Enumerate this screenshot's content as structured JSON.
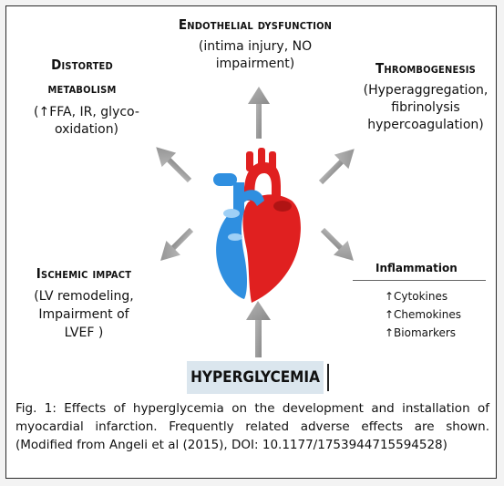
{
  "boxes": {
    "endothelial": {
      "title": "Endothelial dysfunction",
      "line1": "(intima injury, NO",
      "line2": "impairment)"
    },
    "metabolism": {
      "title1": "Distorted",
      "title2": "metabolism",
      "line1": "(↑FFA, IR, glyco-",
      "line2": "oxidation)"
    },
    "thrombogenesis": {
      "title": "Thrombogenesis",
      "line1": "(Hyperaggregation,",
      "line2": "fibrinolysis",
      "line3": "hypercoagulation)"
    },
    "ischemic": {
      "title": "Ischemic impact",
      "line1": "(LV remodeling,",
      "line2": "Impairment of",
      "line3": "LVEF )"
    },
    "inflammation": {
      "title": "Inflammation",
      "items": [
        "↑Cytokines",
        "↑Chemokines",
        "↑Biomarkers"
      ]
    }
  },
  "center": {
    "label": "HYPERGLYCEMIA"
  },
  "caption": "Fig. 1: Effects of hyperglycemia on the development and installation of myocardial infarction. Frequently related adverse effects are shown. (Modified from Angeli et al (2015), DOI: 10.1177/1753944715594528)",
  "colors": {
    "arrow": "#9a9a9a",
    "heart_red": "#e02020",
    "heart_blue": "#2f8fe0",
    "center_box": "#dbe6ee"
  }
}
